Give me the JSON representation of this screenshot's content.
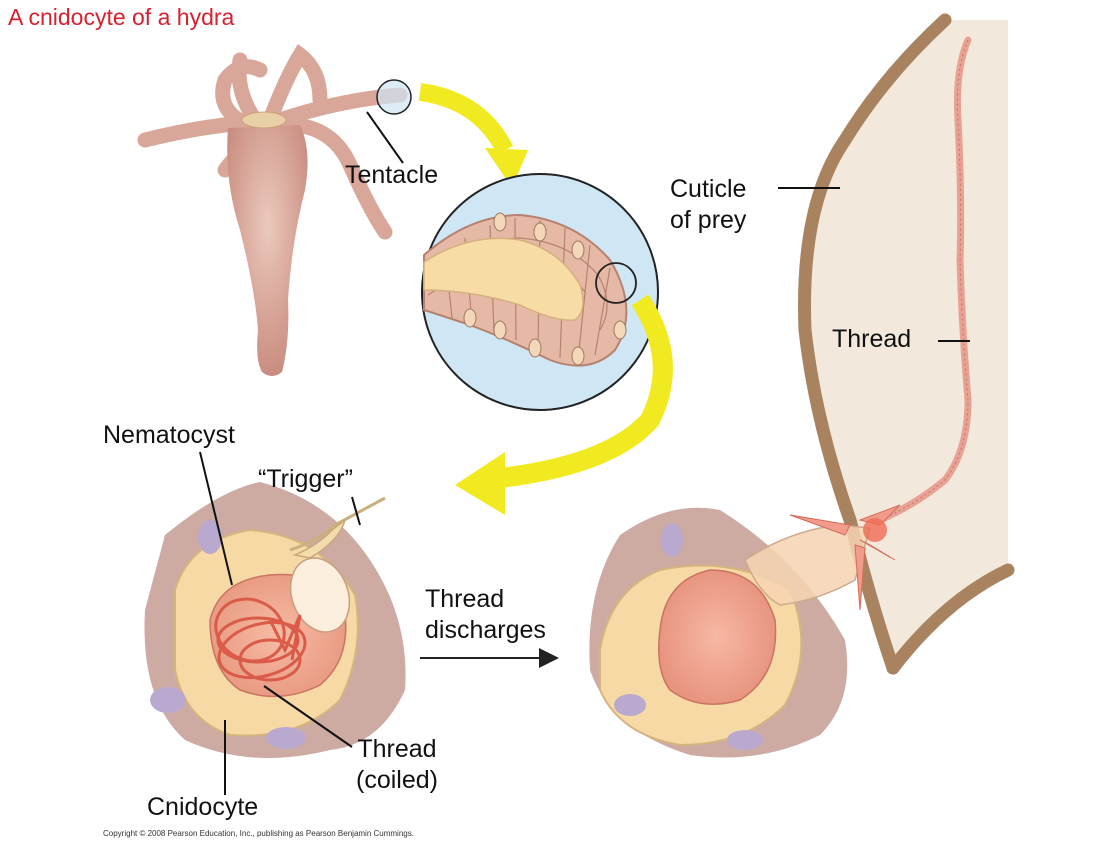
{
  "title": "A cnidocyte of a hydra",
  "labels": {
    "tentacle": "Tentacle",
    "cuticle_of_prey": [
      "Cuticle",
      "of prey"
    ],
    "thread": "Thread",
    "nematocyst": "Nematocyst",
    "trigger": "“Trigger”",
    "thread_discharges": [
      "Thread",
      "discharges"
    ],
    "thread_coiled": [
      "Thread",
      "(coiled)"
    ],
    "cnidocyte": "Cnidocyte"
  },
  "copyright": "Copyright © 2008 Pearson Education, Inc., publishing as Pearson Benjamin Cummings.",
  "colors": {
    "title": "#d8202f",
    "hydra_body": "#d9a79a",
    "zoom_circle_fill": "#cfe6f5",
    "yellow_arrow": "#f1ea20",
    "cuticle": "#a98360",
    "prey_interior": "#f3e8dc",
    "cnidocyte_cell": "#f6d9a4",
    "nematocyst_capsule": "#f0a990",
    "nucleus": "#b9a9cf",
    "background_tissue": "#bc8f84"
  }
}
